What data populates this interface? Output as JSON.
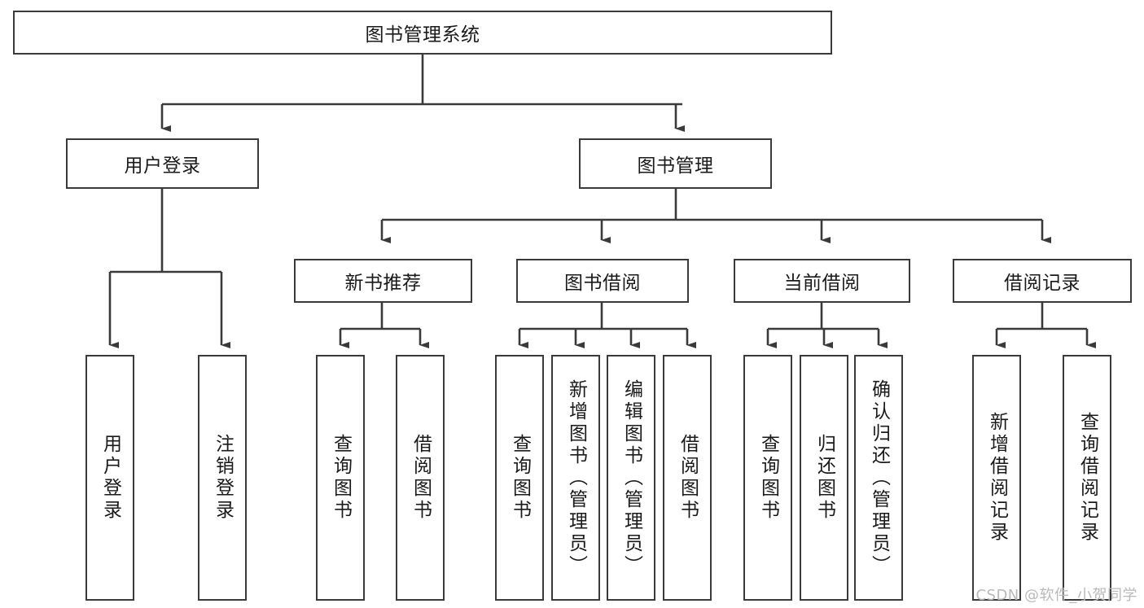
{
  "diagram": {
    "title": "图书管理系统",
    "type": "tree",
    "colors": {
      "box_border": "#3a3a3a",
      "box_fill": "#ffffff",
      "line": "#3a3a3a",
      "text": "#1a1a1a",
      "watermark": "#b9b9b9"
    },
    "root": {
      "label": "图书管理系统",
      "orientation": "horizontal"
    },
    "level2": [
      {
        "label": "用户登录",
        "orientation": "horizontal"
      },
      {
        "label": "图书管理",
        "orientation": "horizontal"
      }
    ],
    "level3": [
      {
        "label": "新书推荐",
        "orientation": "horizontal"
      },
      {
        "label": "图书借阅",
        "orientation": "horizontal"
      },
      {
        "label": "当前借阅",
        "orientation": "horizontal"
      },
      {
        "label": "借阅记录",
        "orientation": "horizontal"
      }
    ],
    "leaves": {
      "user_login": [
        {
          "label": "用户登录",
          "orientation": "vertical"
        },
        {
          "label": "注销登录",
          "orientation": "vertical"
        }
      ],
      "new_book_recommend": [
        {
          "label": "查询图书",
          "orientation": "vertical"
        },
        {
          "label": "借阅图书",
          "orientation": "vertical"
        }
      ],
      "book_borrow": [
        {
          "label": "查询图书",
          "orientation": "vertical"
        },
        {
          "label": "新增图书（管理员）",
          "orientation": "vertical"
        },
        {
          "label": "编辑图书（管理员）",
          "orientation": "vertical"
        },
        {
          "label": "借阅图书",
          "orientation": "vertical"
        }
      ],
      "current_borrow": [
        {
          "label": "查询图书",
          "orientation": "vertical"
        },
        {
          "label": "归还图书",
          "orientation": "vertical"
        },
        {
          "label": "确认归还（管理员）",
          "orientation": "vertical"
        }
      ],
      "borrow_record": [
        {
          "label": "新增借阅记录",
          "orientation": "vertical"
        },
        {
          "label": "查询借阅记录",
          "orientation": "vertical"
        }
      ]
    }
  },
  "watermark": {
    "text": "CSDN @软件_小贺同学"
  }
}
